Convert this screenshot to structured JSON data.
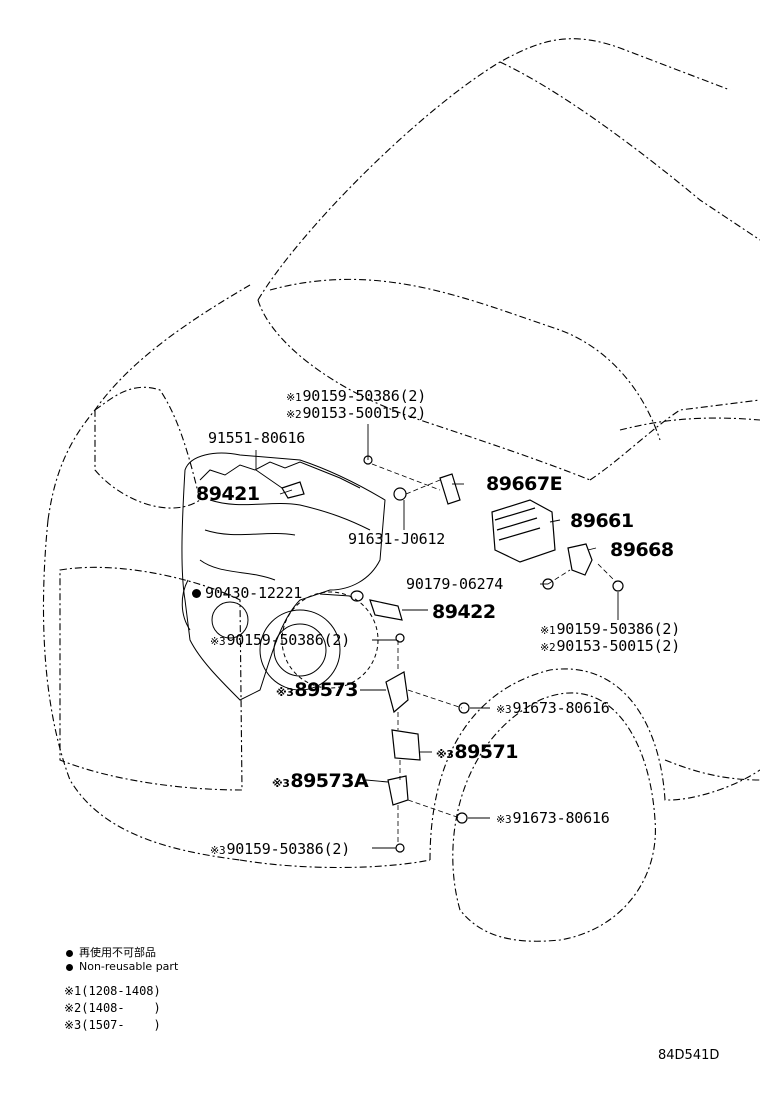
{
  "parts": {
    "p1_a": {
      "mark": "※1",
      "code": "90159-50386(2)"
    },
    "p1_b": {
      "mark": "※2",
      "code": "90153-50015(2)"
    },
    "p2": {
      "code": "91551-80616"
    },
    "p3": {
      "code": "89421"
    },
    "p4": {
      "code": "89667E"
    },
    "p5": {
      "code": "89661"
    },
    "p6": {
      "code": "91631-J0612"
    },
    "p7": {
      "code": "89668"
    },
    "p8": {
      "code": "90179-06274"
    },
    "p9": {
      "code": "90430-12221"
    },
    "p10": {
      "code": "89422"
    },
    "p11_a": {
      "mark": "※1",
      "code": "90159-50386(2)"
    },
    "p11_b": {
      "mark": "※2",
      "code": "90153-50015(2)"
    },
    "p12": {
      "mark": "※3",
      "code": "90159-50386(2)"
    },
    "p13": {
      "mark": "※3",
      "code": "89573"
    },
    "p14": {
      "mark": "※3",
      "code": "91673-80616"
    },
    "p15": {
      "mark": "※3",
      "code": "89571"
    },
    "p16": {
      "mark": "※3",
      "code": "89573A"
    },
    "p17": {
      "mark": "※3",
      "code": "91673-80616"
    },
    "p18": {
      "mark": "※3",
      "code": "90159-50386(2)"
    }
  },
  "legend": {
    "line_ja": "再使用不可部品",
    "line_en": "Non-reusable part"
  },
  "notes": [
    {
      "mark": "※1",
      "range": "(1208-1408)"
    },
    {
      "mark": "※2",
      "range": "(1408-    )"
    },
    {
      "mark": "※3",
      "range": "(1507-    )"
    }
  ],
  "figure_code": "84D541D"
}
